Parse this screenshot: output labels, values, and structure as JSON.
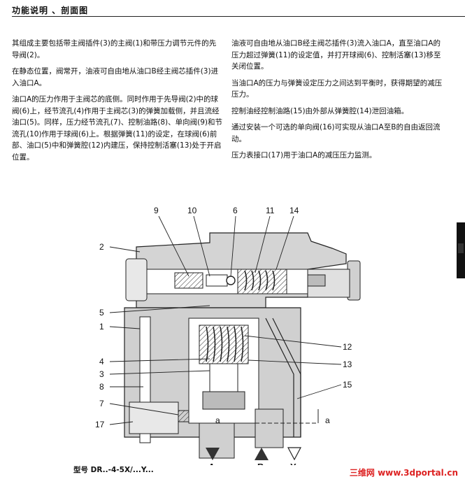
{
  "header": {
    "title": "功能说明 、剖面图"
  },
  "left_col": [
    "其组成主要包括带主阀插件(3)的主阀(1)和带压力调节元件的先导阀(2)。",
    "在静态位置，阀常开，油液可自由地从油口B经主阀芯插件(3)进入油口A。",
    "油口A的压力作用于主阀芯的底侧。同时作用于先导阀(2)中的球阀(6)上，经节流孔(4)作用于主阀芯(3)的弹簧加载侧，并且流经油口(5)。同样，压力经节流孔(7)、控制油路(8)、单向阀(9)和节流孔(10)作用于球阀(6)上。根据弹簧(11)的设定，在球阀(6)前部、油口(5)中和弹簧腔(12)内建压，保持控制活塞(13)处于开启位置。"
  ],
  "right_col": [
    "油液可自由地从油口B经主阀芯插件(3)流入油口A，直至油口A的压力超过弹簧(11)的设定值，并打开球阀(6)、控制活塞(13)移至关闭位置。",
    "当油口A的压力与弹簧设定压力之间达到平衡时，获得期望的减压压力。",
    "控制油经控制油路(15)由外部从弹簧腔(14)泄回油箱。",
    "通过安装一个可选的单向阀(16)可实现从油口A至B的自由返回流动。",
    "压力表接口(17)用于油口A的减压压力监测。"
  ],
  "figure": {
    "callouts_top": [
      "9",
      "10",
      "6",
      "11",
      "14"
    ],
    "callouts_left": [
      "2",
      "5",
      "1",
      "4",
      "3",
      "8",
      "7",
      "17"
    ],
    "callouts_right": [
      "12",
      "13",
      "15"
    ],
    "port_a_small": "a",
    "ports": [
      "A",
      "B",
      "Y"
    ],
    "caption": "型号 DR..-4-5X/...Y...",
    "watermark": "三维网 www.3dportal.cn"
  }
}
